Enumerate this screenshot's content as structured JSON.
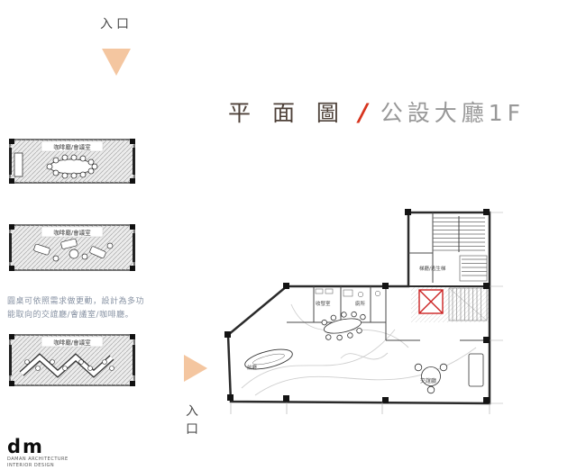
{
  "entrances": {
    "top_label": "入口",
    "side_label": "入口"
  },
  "title": {
    "main": "平 面 圖",
    "separator": "/",
    "sub": "公設大廳1F"
  },
  "thumbnails": [
    {
      "label": "咖啡廳/會議室"
    },
    {
      "label": "咖啡廳/會議室"
    },
    {
      "label": "咖啡廳/會議室"
    }
  ],
  "description": "圓桌可依照需求做更動，設計為多功能取向的交誼廳/會議室/咖啡廳。",
  "floorplan": {
    "labels": {
      "stair_hall": "梯廳/逃生梯",
      "mail_room": "收發室",
      "toilet": "廁所",
      "lounge": "交誼廳",
      "foyer": "前廳"
    }
  },
  "logo": {
    "mark": "dm",
    "line1": "DAMAN ARCHITECTURE",
    "line2": "INTERIOR DESIGN"
  },
  "colors": {
    "arrow": "#f4c6a0",
    "title_main": "#4e4139",
    "title_separator": "#d7341e",
    "title_sub": "#989898"
  }
}
